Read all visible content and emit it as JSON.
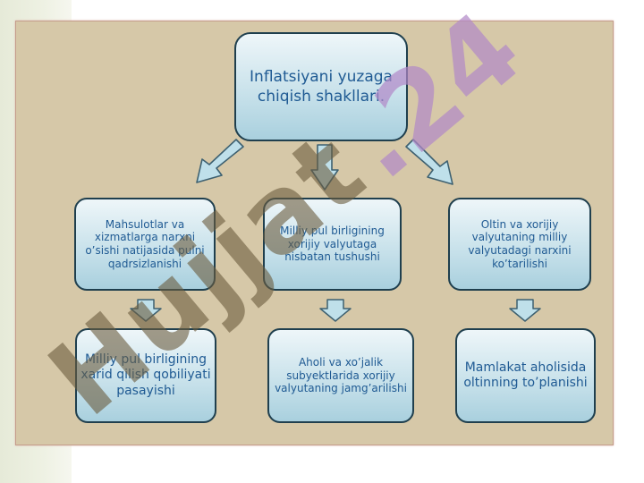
{
  "diagram": {
    "title": "Inflatsiyani yuzaga chiqish shakllari.",
    "level1": [
      "Mahsulotlar  va xizmatlarga narxni o’sishi natijasida pulni qadrsizlanishi",
      "Milliy pul birligining xorijiy valyutaga nisbatan tushushi",
      "Oltin va xorijiy valyutaning milliy valyutadagi narxini ko’tarilishi"
    ],
    "level2": [
      "Milliy pul birligining xarid qilish qobiliyati pasayishi",
      "Aholi va xo’jalik subyektlarida xorijiy valyutaning jamg’arilishi",
      "Mamlakat aholisida oltinning to’planishi"
    ]
  },
  "watermark": {
    "text": "Hujjat.24",
    "colors": [
      "#6b5b3e",
      "#b087c7"
    ]
  },
  "colors": {
    "panel": "#d6c8a8",
    "box_border": "#1f3f4e",
    "box_text": "#1f5a93",
    "arrow_fill": "#bfe0ea"
  }
}
